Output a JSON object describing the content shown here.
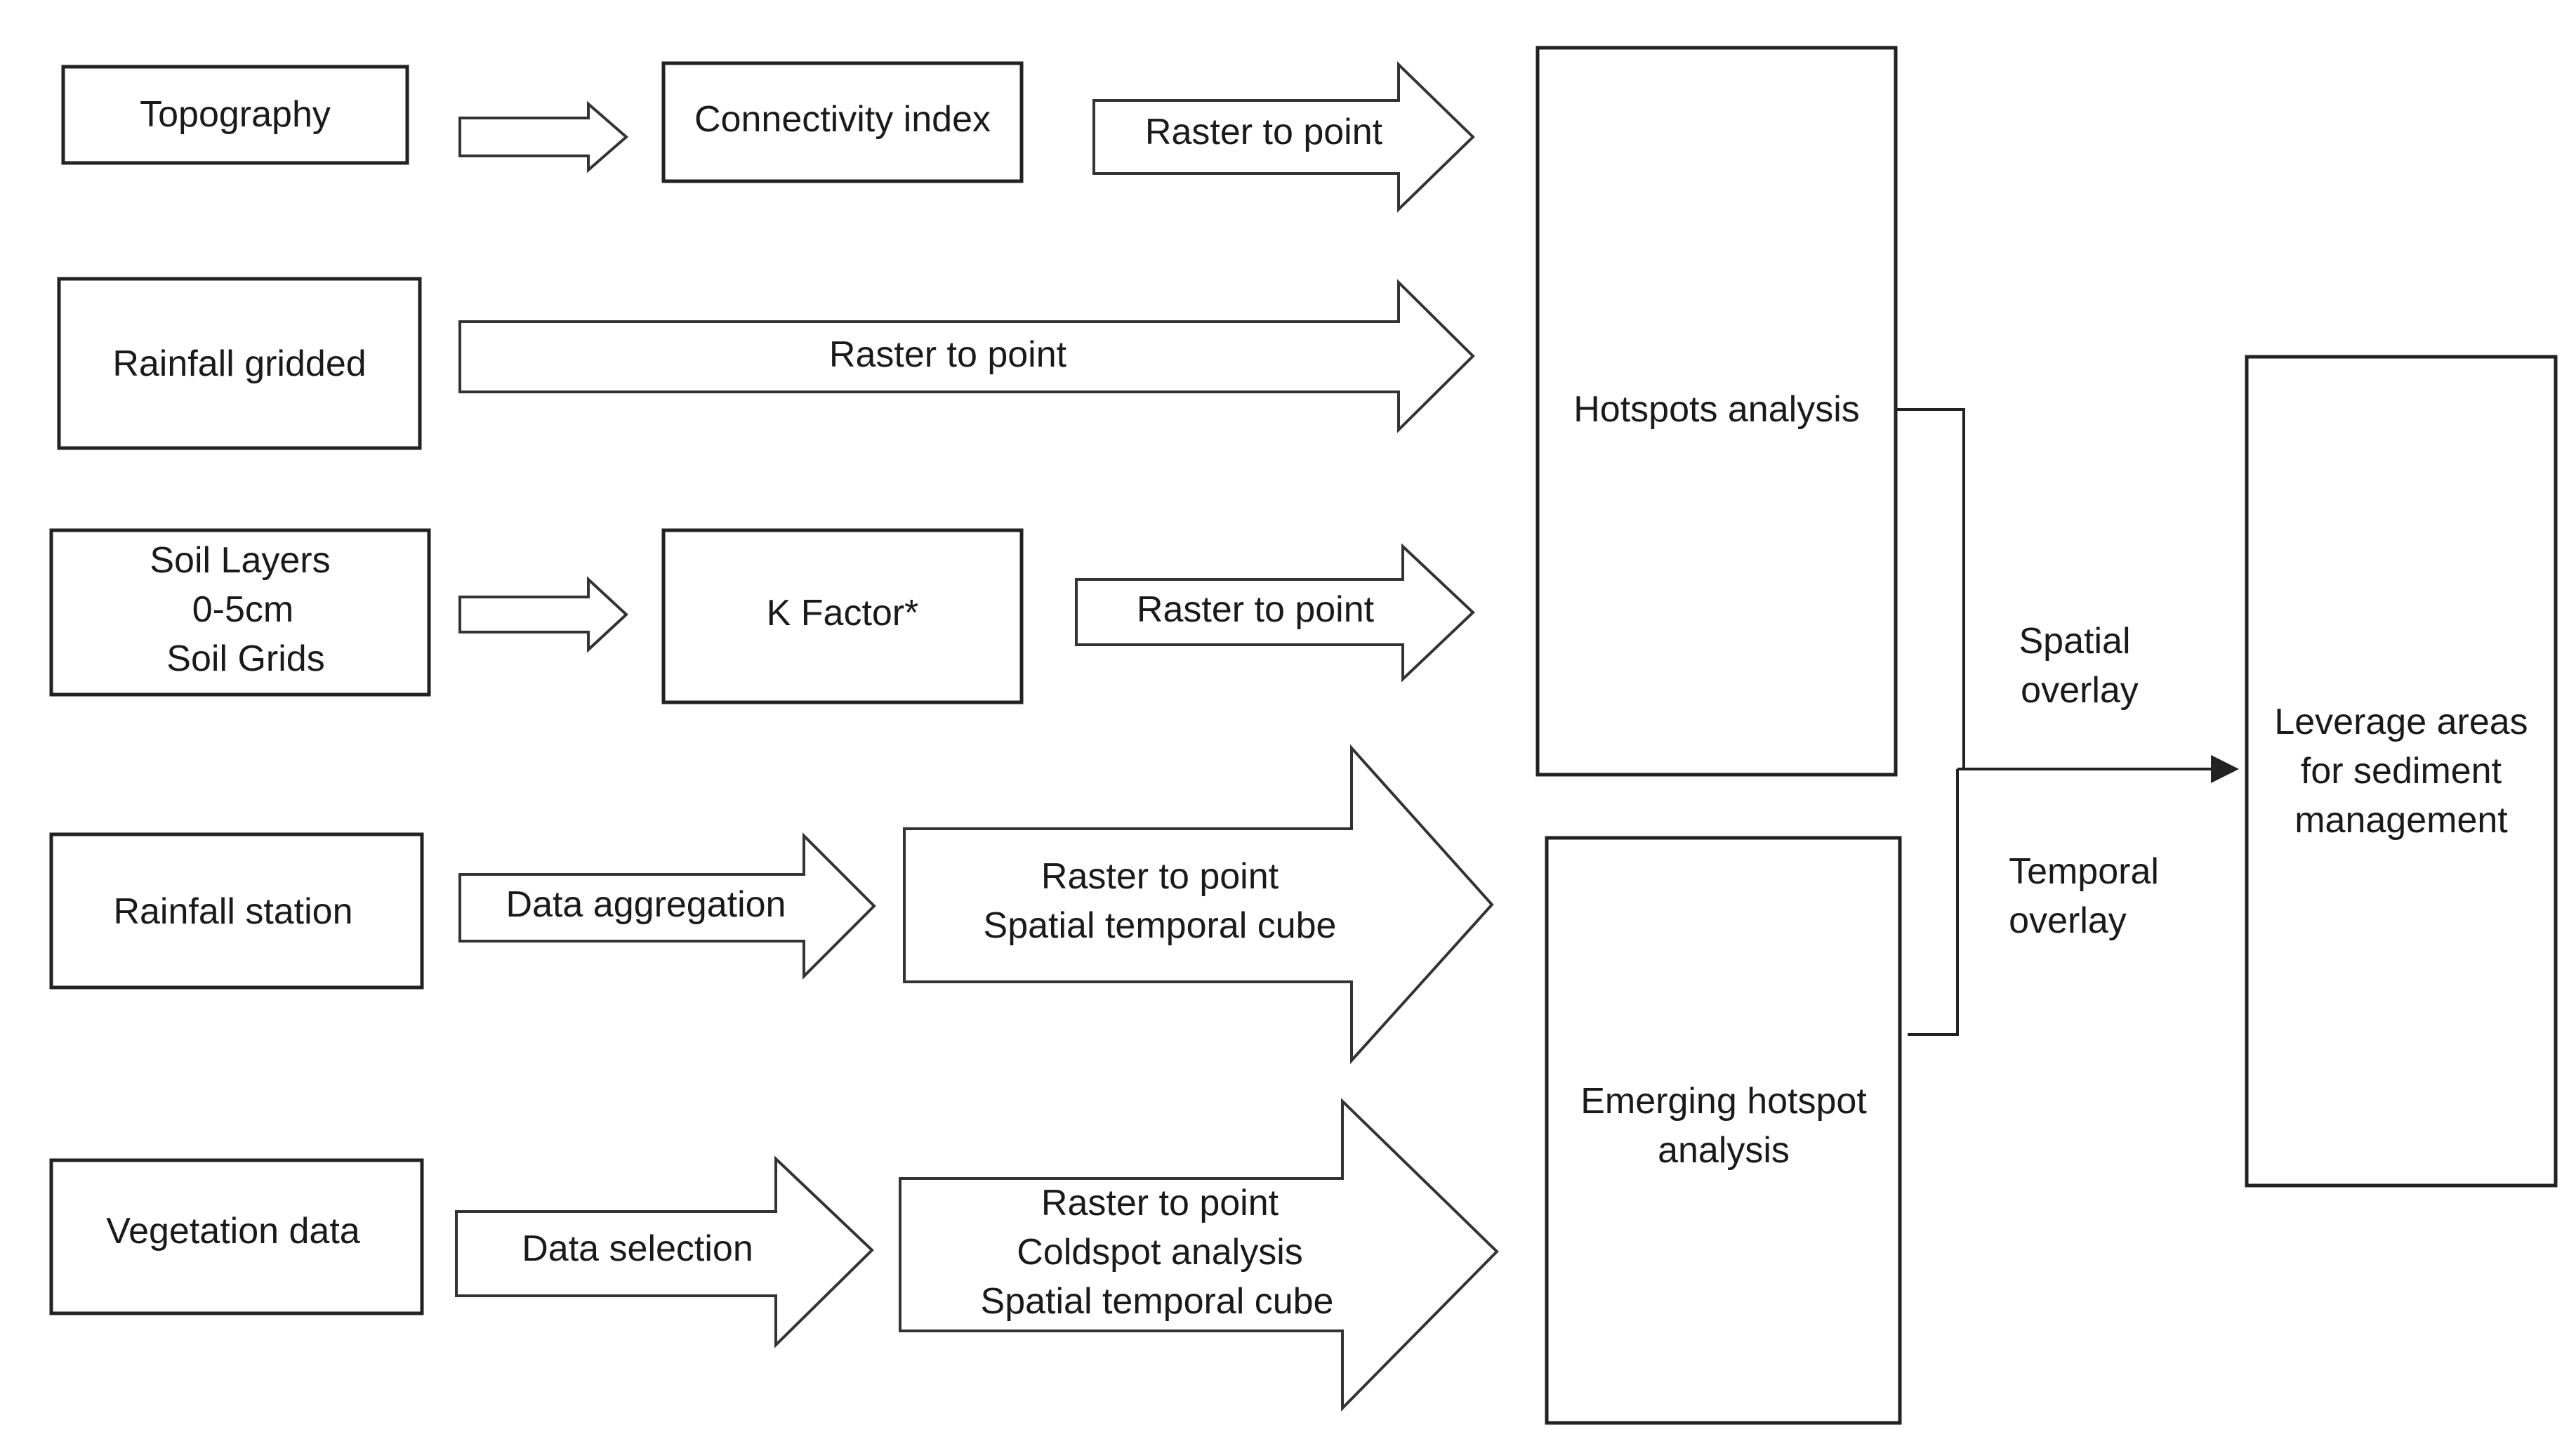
{
  "colors": {
    "stroke": "#222222",
    "text": "#1a1a1a",
    "background": "#ffffff"
  },
  "inputs": {
    "topography": "Topography",
    "rainfall_gridded": "Rainfall gridded",
    "soil_layers": [
      "Soil Layers",
      "0-5cm",
      "Soil Grids"
    ],
    "rainfall_station": "Rainfall station",
    "vegetation_data": "Vegetation data"
  },
  "intermediates": {
    "connectivity_index": "Connectivity index",
    "k_factor": "K Factor*"
  },
  "arrows": {
    "raster_to_point_1": "Raster to point",
    "raster_to_point_2": "Raster to point",
    "raster_to_point_3": "Raster to point",
    "data_aggregation": "Data aggregation",
    "data_selection": "Data selection",
    "station_processing": [
      "Raster to point",
      "Spatial temporal cube"
    ],
    "vegetation_processing": [
      "Raster to point",
      "Coldspot analysis",
      "Spatial temporal cube"
    ]
  },
  "analyses": {
    "hotspots": "Hotspots analysis",
    "emerging": [
      "Emerging  hotspot",
      "analysis"
    ]
  },
  "overlay": {
    "spatial": [
      "Spatial",
      "overlay"
    ],
    "temporal": [
      "Temporal",
      "overlay"
    ]
  },
  "output": [
    "Leverage areas",
    "for sediment",
    "management"
  ]
}
